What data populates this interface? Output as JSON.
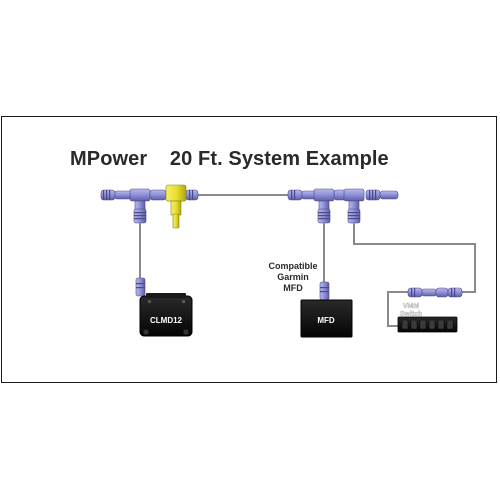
{
  "title": "MPower    20 Ft. System Example",
  "mfd_caption": [
    "Compatible",
    "Garmin",
    "MFD"
  ],
  "devices": {
    "clmd12": {
      "label": "CLMD12"
    },
    "mfd": {
      "label": "MFD"
    },
    "vmm": {
      "label_line1": "VMM",
      "label_line2": "Switch"
    }
  },
  "colors": {
    "connector": "#8f8fd6",
    "connector_band": "#4a4a8a",
    "terminator": "#e8e030",
    "cable": "#8a8a8a",
    "device_body": "#101010"
  }
}
